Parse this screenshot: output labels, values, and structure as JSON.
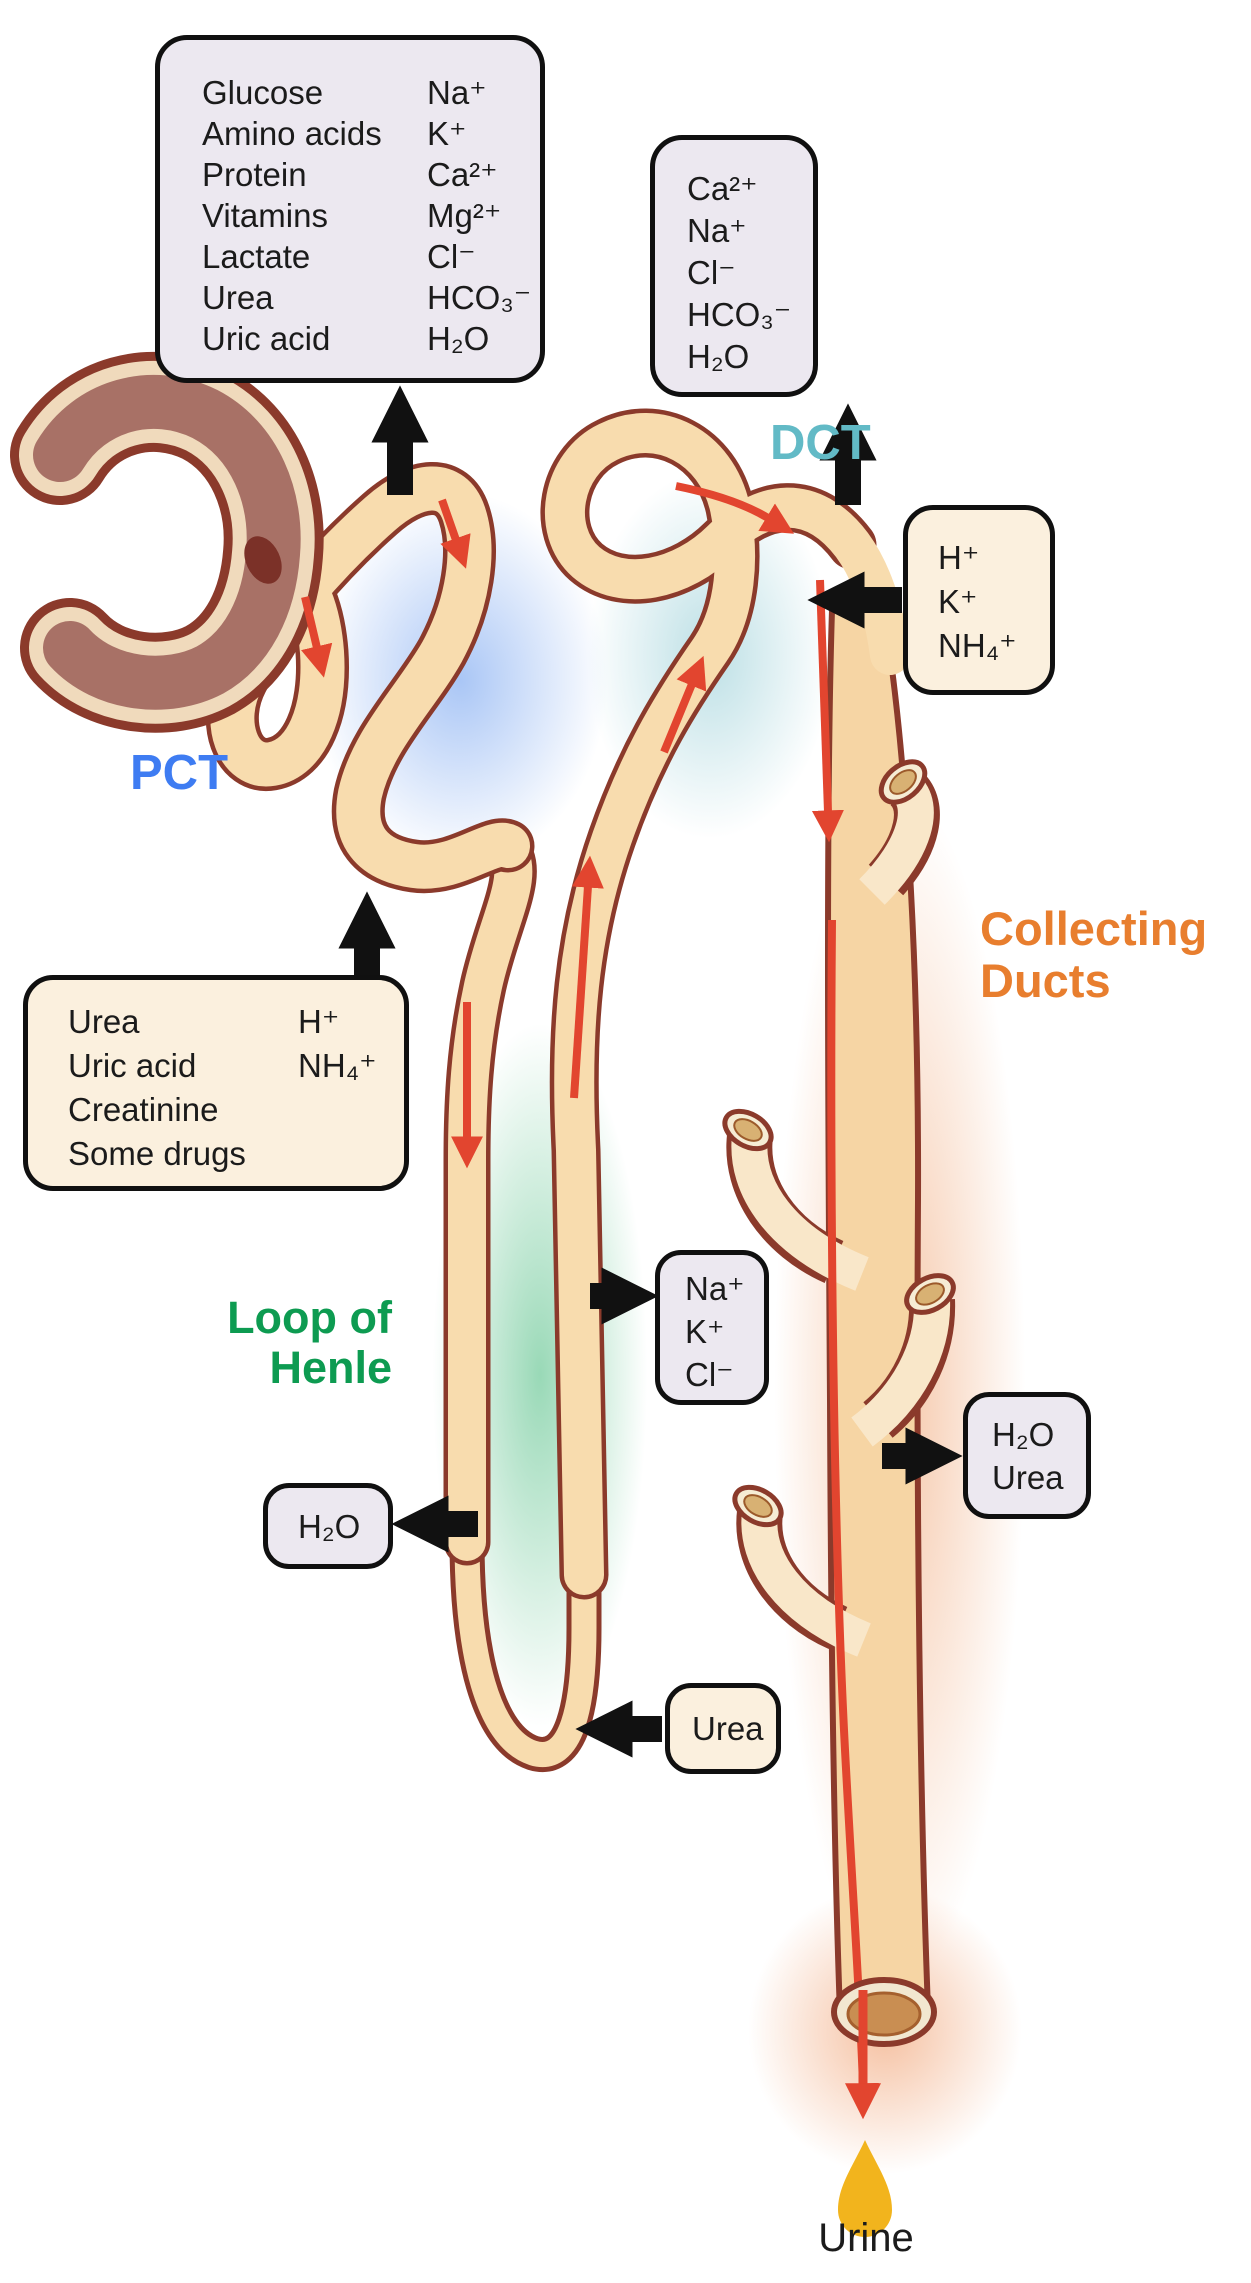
{
  "labels": {
    "pct": {
      "text": "PCT",
      "color": "#3e7cf2"
    },
    "dct": {
      "text": "DCT",
      "color": "#62bac6"
    },
    "collecting_ducts": {
      "text": "Collecting\nDucts",
      "color": "#e87e2e"
    },
    "loop_of_henle": {
      "text": "Loop of\nHenle",
      "color": "#0d9b51"
    },
    "urine": {
      "text": "Urine",
      "color": "#1b1b1b"
    }
  },
  "boxes": {
    "pct_reabsorbed": {
      "left_column": [
        "Glucose",
        "Amino acids",
        "Protein",
        "Vitamins",
        "Lactate",
        "Urea",
        "Uric acid"
      ],
      "right_column": [
        "Na⁺",
        "K⁺",
        "Ca²⁺",
        "Mg²⁺",
        "Cl⁻",
        "HCO₃⁻",
        "H₂O"
      ]
    },
    "dct_reabsorbed": {
      "items": [
        "Ca²⁺",
        "Na⁺",
        "Cl⁻",
        "HCO₃⁻",
        "H₂O"
      ]
    },
    "cd_secreted": {
      "items": [
        "H⁺",
        "K⁺",
        "NH₄⁺"
      ]
    },
    "pct_secreted": {
      "left_column": [
        "Urea",
        "Uric acid",
        "Creatinine",
        "Some drugs"
      ],
      "right_column": [
        "H⁺",
        "NH₄⁺"
      ]
    },
    "thick_ascending_reabsorbed": {
      "items": [
        "Na⁺",
        "K⁺",
        "Cl⁻"
      ]
    },
    "descending_reabsorbed": {
      "items": [
        "H₂O"
      ]
    },
    "cd_reabsorbed": {
      "items": [
        "H₂O",
        "Urea"
      ]
    },
    "thin_ascending_secreted": {
      "items": [
        "Urea"
      ]
    }
  },
  "colors": {
    "tube_fill": "#f8dcae",
    "tube_outline": "#8b3a2b",
    "capsule_inner": "#a87166",
    "flow_arrow_red": "#e2452f",
    "transport_arrow_black": "#111111",
    "pct_glow_blue": "#b9ccf4",
    "dct_glow_teal": "#c2e2e6",
    "henle_glow_green": "#96d5b6",
    "cd_glow_orange": "#f6c9ab",
    "urine_drop_yellow": "#f2b41d"
  }
}
